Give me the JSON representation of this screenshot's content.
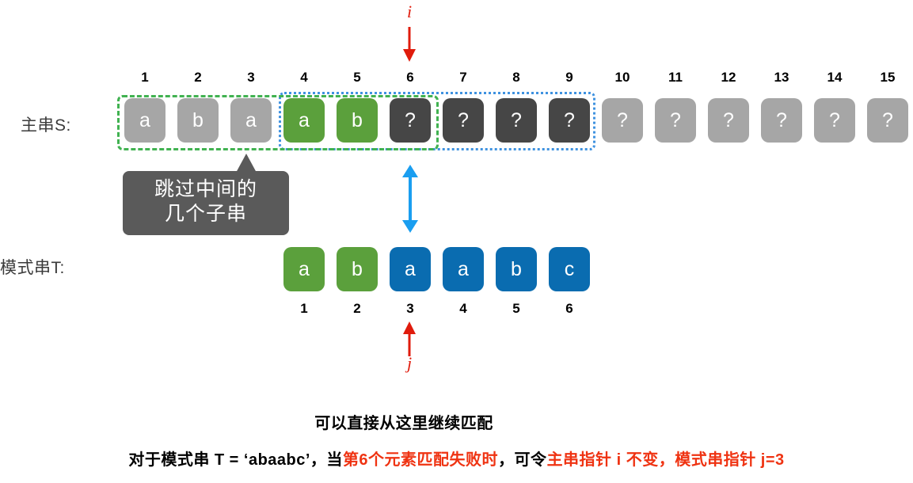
{
  "title": "KMP string matching illustration",
  "labels": {
    "main_string": "主串S:",
    "pattern_string": "模式串T:"
  },
  "main_row": {
    "indices": [
      "1",
      "2",
      "3",
      "4",
      "5",
      "6",
      "7",
      "8",
      "9",
      "10",
      "11",
      "12",
      "13",
      "14",
      "15"
    ],
    "cells": [
      {
        "text": "a",
        "color": "#a6a6a6",
        "state": "matched-old"
      },
      {
        "text": "b",
        "color": "#a6a6a6",
        "state": "matched-old"
      },
      {
        "text": "a",
        "color": "#a6a6a6",
        "state": "matched-old"
      },
      {
        "text": "a",
        "color": "#5ba03c",
        "state": "matched"
      },
      {
        "text": "b",
        "color": "#5ba03c",
        "state": "matched"
      },
      {
        "text": "?",
        "color": "#464646",
        "state": "current"
      },
      {
        "text": "?",
        "color": "#464646",
        "state": "unknown-dark"
      },
      {
        "text": "?",
        "color": "#464646",
        "state": "unknown-dark"
      },
      {
        "text": "?",
        "color": "#464646",
        "state": "unknown-dark"
      },
      {
        "text": "?",
        "color": "#a6a6a6",
        "state": "unknown"
      },
      {
        "text": "?",
        "color": "#a6a6a6",
        "state": "unknown"
      },
      {
        "text": "?",
        "color": "#a6a6a6",
        "state": "unknown"
      },
      {
        "text": "?",
        "color": "#a6a6a6",
        "state": "unknown"
      },
      {
        "text": "?",
        "color": "#a6a6a6",
        "state": "unknown"
      },
      {
        "text": "?",
        "color": "#a6a6a6",
        "state": "unknown"
      }
    ]
  },
  "pattern_row": {
    "indices": [
      "1",
      "2",
      "3",
      "4",
      "5",
      "6"
    ],
    "cells": [
      {
        "text": "a",
        "color": "#5ba03c"
      },
      {
        "text": "b",
        "color": "#5ba03c"
      },
      {
        "text": "a",
        "color": "#0a6cb0"
      },
      {
        "text": "a",
        "color": "#0a6cb0"
      },
      {
        "text": "b",
        "color": "#0a6cb0"
      },
      {
        "text": "c",
        "color": "#0a6cb0"
      }
    ]
  },
  "pointers": {
    "i_label": "i",
    "j_label": "j",
    "i_color": "#e01b0c",
    "j_color": "#e01b0c"
  },
  "callout": {
    "line1": "跳过中间的",
    "line2": "几个子串",
    "background": "#5a5a5a"
  },
  "selection": {
    "green_box_color": "#41b251",
    "blue_box_color": "#3f92e0",
    "link_arrow_color": "#1a9ef0"
  },
  "captions": {
    "middle": "可以直接从这里继续匹配",
    "bottom": [
      {
        "text": "对于模式串 T = ‘abaabc’，当",
        "color": "#000000"
      },
      {
        "text": "第6个元素匹配失败时",
        "color": "#ef3312"
      },
      {
        "text": "，可令",
        "color": "#000000"
      },
      {
        "text": "主串指针 i 不变，模式串指针 j=3",
        "color": "#ef3312"
      }
    ]
  }
}
